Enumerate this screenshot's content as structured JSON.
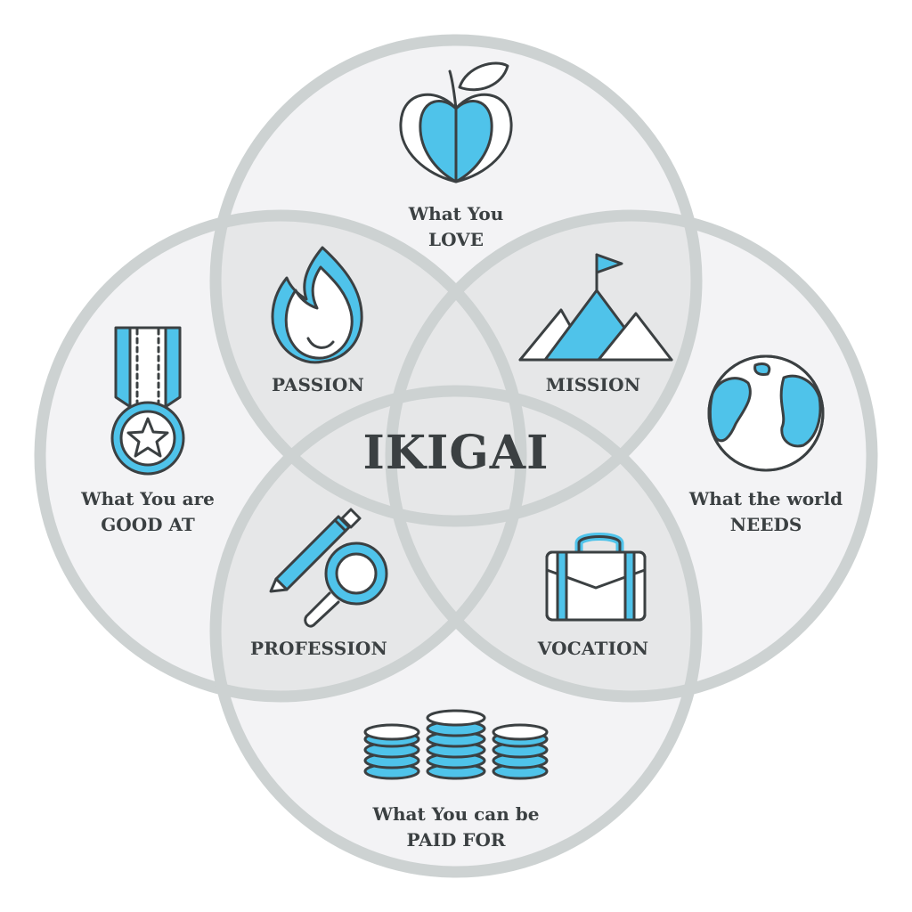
{
  "title": "IKIGAI",
  "circles": {
    "love": {
      "line1": "What You",
      "line2": "LOVE",
      "icon": "apple-icon"
    },
    "good_at": {
      "line1": "What You are",
      "line2": "GOOD AT",
      "icon": "medal-icon"
    },
    "world_needs": {
      "line1": "What the world",
      "line2": "NEEDS",
      "icon": "globe-icon"
    },
    "paid_for": {
      "line1": "What You can be",
      "line2": "PAID FOR",
      "icon": "coins-icon"
    }
  },
  "intersections": {
    "passion": {
      "label": "PASSION",
      "icon": "flame-icon"
    },
    "mission": {
      "label": "MISSION",
      "icon": "mountain-flag-icon"
    },
    "profession": {
      "label": "PROFESSION",
      "icon": "pencil-magnifier-icon"
    },
    "vocation": {
      "label": "VOCATION",
      "icon": "briefcase-icon"
    }
  },
  "colors": {
    "accent": "#4fc3ea",
    "outline": "#3b4042",
    "ring": "#cdd2d2",
    "fill": "#eeeff1",
    "overlap": "#e3e5e5"
  }
}
